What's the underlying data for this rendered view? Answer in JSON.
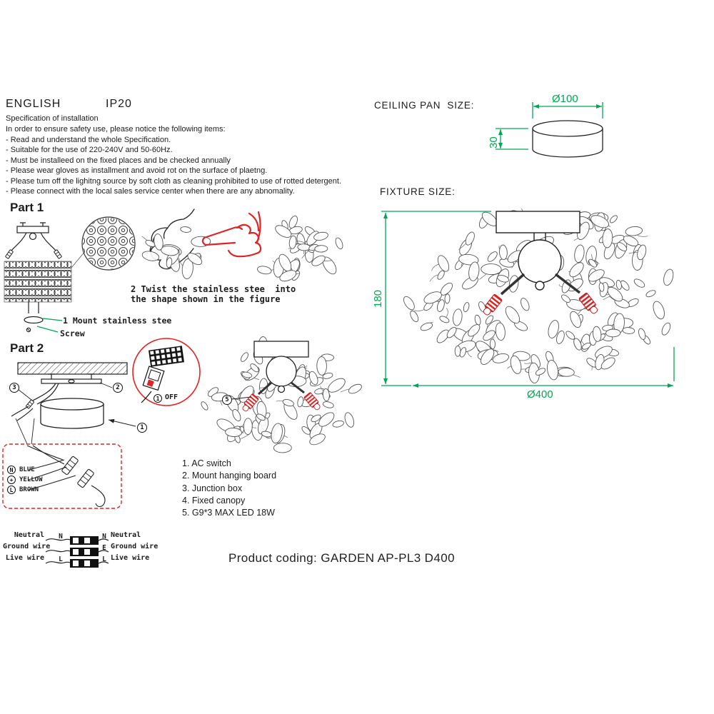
{
  "header": {
    "language": "ENGLISH",
    "ip_rating": "IP20"
  },
  "spec": {
    "title": "Specification of installation",
    "intro": "In order to ensure safety use, please notice the following items:",
    "items": [
      "- Read and understand the whole Specification.",
      "- Suitable for the use of 220-240V and 50-60Hz.",
      "- Must be installeed on the fixed places and be checked annually",
      "- Please wear gloves as installment and avoid rot on the surface of plaetng.",
      "- Please tum off the lighitng source by soft cloth as cleaning prohibited to use of rotted detergent.",
      "- Please connect with the local sales service center when there are any abnomality."
    ]
  },
  "part1": {
    "title": "Part 1",
    "step2": "2 Twist the stainless stee  into\nthe shape shown in the figure",
    "mount_note": "1 Mount stainless stee",
    "screw_note": "Screw"
  },
  "part2": {
    "title": "Part 2",
    "markers": {
      "junction": "3",
      "board": "2",
      "canopy": "1",
      "lamp": "5"
    },
    "switch_marker": "1",
    "switch_state": "OFF"
  },
  "junction_box": {
    "terminals": [
      {
        "symbol": "N",
        "label": "BLUE"
      },
      {
        "symbol": "+",
        "label": "YELLOW"
      },
      {
        "symbol": "L",
        "label": "BROWN"
      }
    ]
  },
  "legend": {
    "items": [
      "1. AC switch",
      "2. Mount hanging board",
      "3. Junction box",
      "4. Fixed canopy",
      "5. G9*3 MAX LED 18W"
    ]
  },
  "wiring": {
    "rows": [
      {
        "left_label": "Neutral",
        "left_terminal": "N",
        "right_terminal": "N",
        "right_label": "Neutral"
      },
      {
        "left_label": "Ground wire",
        "left_terminal": "",
        "right_terminal": "E",
        "right_label": "Ground wire"
      },
      {
        "left_label": "Live wire",
        "left_terminal": "L",
        "right_terminal": "L",
        "right_label": "Live wire"
      }
    ]
  },
  "dimensions": {
    "ceiling_pan_title": "CEILING PAN  SIZE:",
    "ceiling_pan_diameter": "Ø100",
    "ceiling_pan_height": "30",
    "fixture_title": "FIXTURE SIZE:",
    "fixture_height": "180",
    "fixture_diameter": "Ø400"
  },
  "footer": {
    "product_coding": "Product coding: GARDEN AP-PL3 D400"
  },
  "colors": {
    "dimension_green": "#00a651",
    "accent_red": "#e02424"
  }
}
